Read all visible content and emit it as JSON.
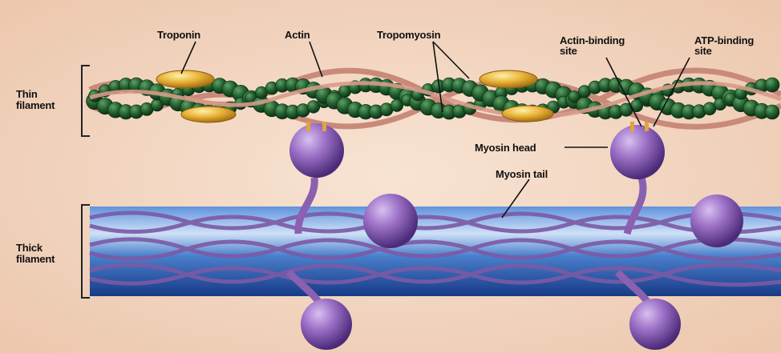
{
  "labels": {
    "troponin": "Troponin",
    "actin": "Actin",
    "tropomyosin": "Tropomyosin",
    "actin_binding_1": "Actin-binding",
    "actin_binding_2": "site",
    "atp_binding_1": "ATP-binding",
    "atp_binding_2": "site",
    "thin_1": "Thin",
    "thin_2": "filament",
    "thick_1": "Thick",
    "thick_2": "filament",
    "myosin_head": "Myosin head",
    "myosin_tail": "Myosin tail"
  },
  "colors": {
    "background": "#f4d8c4",
    "actin": "#1f5a2a",
    "tropomyosin": "#c98a7a",
    "troponin": "#e5b030",
    "myosin": "#8a60b0",
    "thick_filament": "#3e78c8"
  }
}
